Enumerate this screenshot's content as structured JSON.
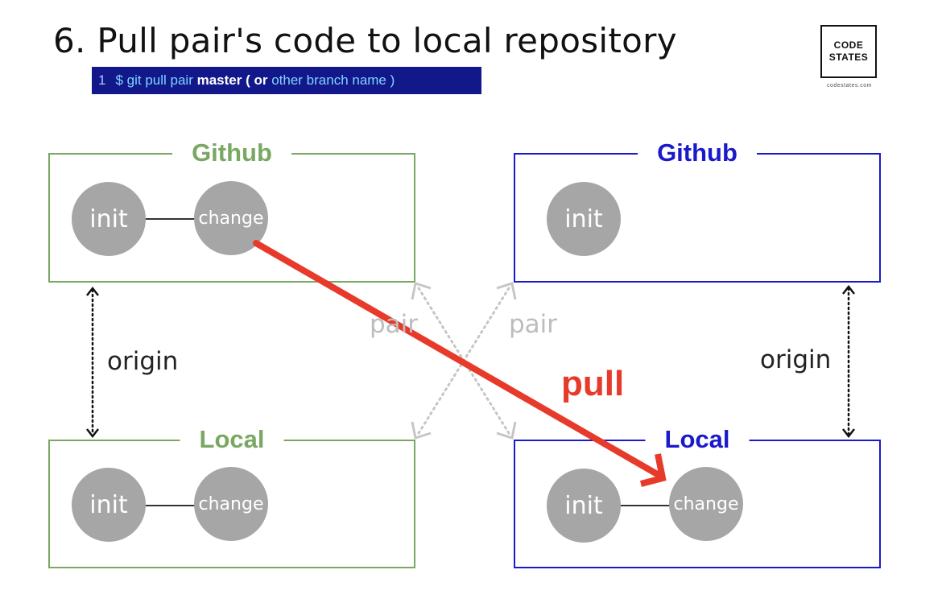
{
  "title": "6. Pull pair's code to local repository",
  "code": {
    "line_number": "1",
    "prefix": "$ git pull pair ",
    "branch": "master",
    "open_paren": " ( ",
    "or": "or",
    "rest": " other branch name )"
  },
  "logo": {
    "line1": "CODE",
    "line2": "STATES",
    "caption": "codestates.com"
  },
  "left": {
    "github": {
      "label": "Github",
      "node1": "init",
      "node2": "change"
    },
    "local": {
      "label": "Local",
      "node1": "init",
      "node2": "change"
    },
    "origin": "origin"
  },
  "right": {
    "github": {
      "label": "Github",
      "node1": "init"
    },
    "local": {
      "label": "Local",
      "node1": "init",
      "node2": "change"
    },
    "origin": "origin"
  },
  "pair_labels": [
    "pair",
    "pair"
  ],
  "pull_label": "pull",
  "colors": {
    "left_accent": "#7aa862",
    "right_accent": "#1a1acc",
    "pull_arrow": "#e83a2a",
    "node": "#a6a6a6",
    "code_bar": "#12188a"
  }
}
